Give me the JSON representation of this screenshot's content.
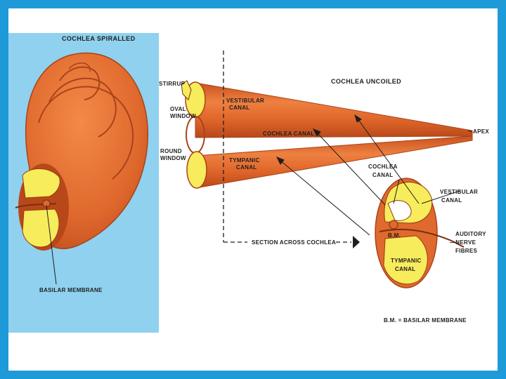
{
  "labels": {
    "cochlea_spiralled": "COCHLEA SPIRALLED",
    "basilar_membrane": "BASILAR MEMBRANE",
    "stirrup": "STIRRUP",
    "oval_window_1": "OVAL",
    "oval_window_2": "WINDOW",
    "round_window_1": "ROUND",
    "round_window_2": "WINDOW",
    "vestibular_canal_top_1": "VESTIBULAR",
    "vestibular_canal_top_2": "CANAL",
    "cochlea_canal_top": "COCHLEA CANAL",
    "tympanic_canal_top_1": "TYMPANIC",
    "tympanic_canal_top_2": "CANAL",
    "cochlea_uncoiled": "COCHLEA UNCOILED",
    "apex": "APEX",
    "cochlea_canal_section_1": "COCHLEA",
    "cochlea_canal_section_2": "CANAL",
    "vestibular_canal_section_1": "VESTIBULAR",
    "vestibular_canal_section_2": "CANAL",
    "bm_short": "B.M.",
    "auditory_nerve_1": "AUDITORY",
    "auditory_nerve_2": "—NERVE",
    "auditory_nerve_3": "FIBRES",
    "tympanic_canal_section_1": "TYMPANIC",
    "tympanic_canal_section_2": "CANAL",
    "section_across": "SECTION ACROSS COCHLEA",
    "legend_bm": "B.M. = BASILAR MEMBRANE"
  },
  "colors": {
    "frame_border": "#1e9ad8",
    "panel_blue": "#8fd1ee",
    "cochlea_orange": "#e0692d",
    "cochlea_dark": "#b8481a",
    "canal_yellow": "#f7ec5b"
  }
}
